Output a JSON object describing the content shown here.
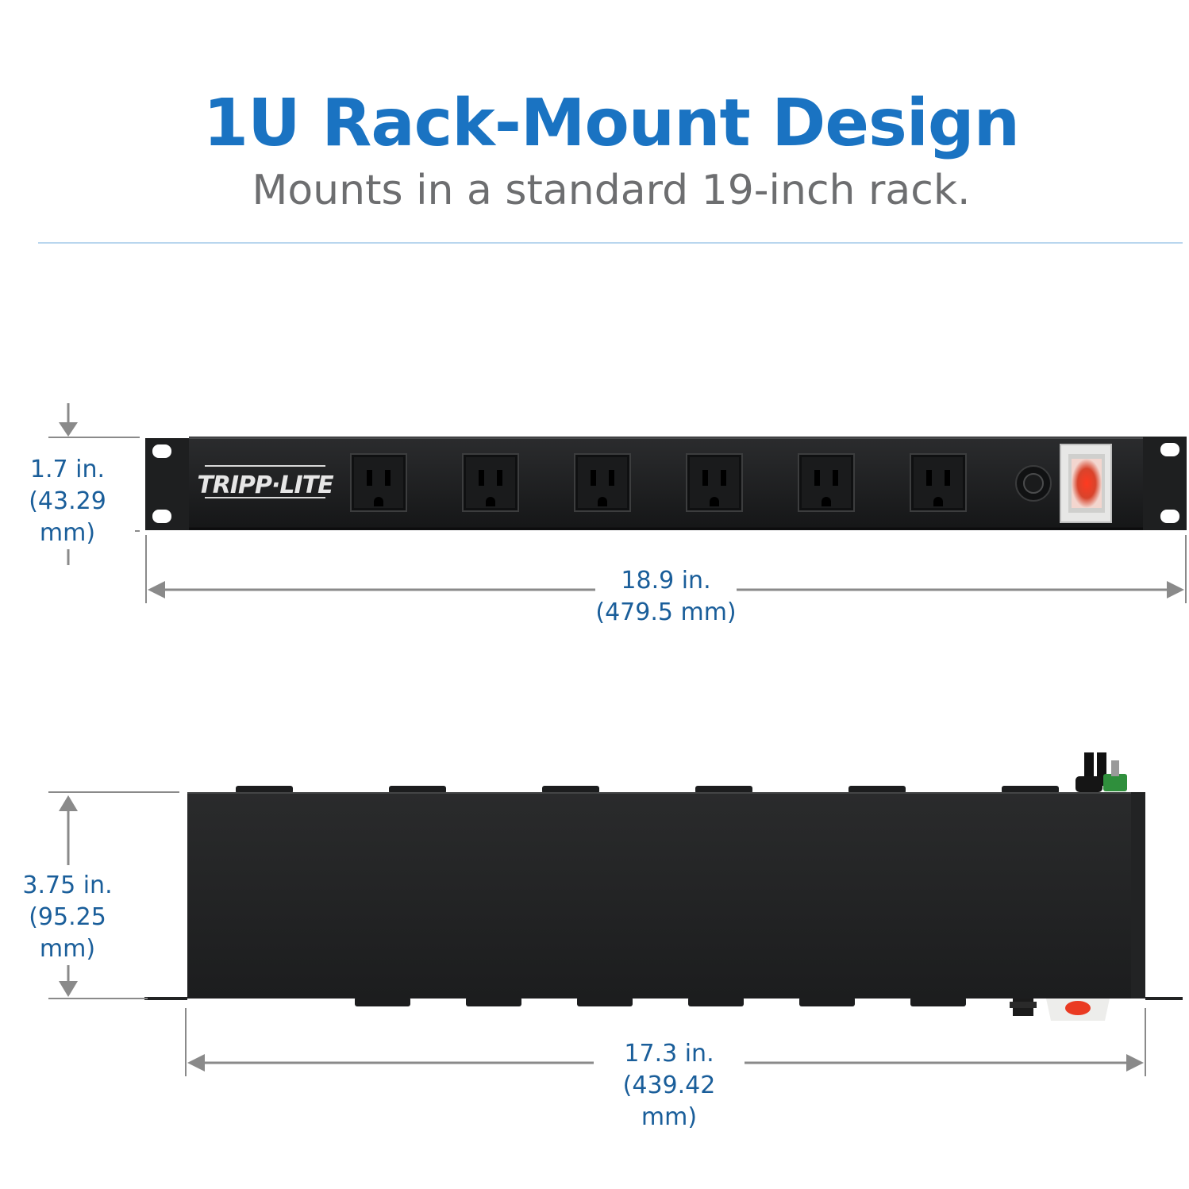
{
  "title": "1U Rack-Mount Design",
  "subtitle": "Mounts in a standard 19-inch rack.",
  "brand_logo": "TRIPP·LITE",
  "front_view": {
    "height_in": "1.7 in.",
    "height_mm": "(43.29 mm)",
    "width_in": "18.9 in.",
    "width_mm": "(479.5 mm)"
  },
  "top_view": {
    "depth_in": "3.75 in.",
    "depth_mm": "(95.25 mm)",
    "width_in": "17.3 in.",
    "width_mm": "(439.42 mm)"
  },
  "colors": {
    "title_blue": "#1a73c2",
    "subtitle_gray": "#6d6e70",
    "dimension_blue": "#1a5e9a",
    "arrow_gray": "#8a8a8a",
    "device_black": "#1c1d1e",
    "indicator_red": "#e8402a"
  },
  "outlet_count": 6
}
